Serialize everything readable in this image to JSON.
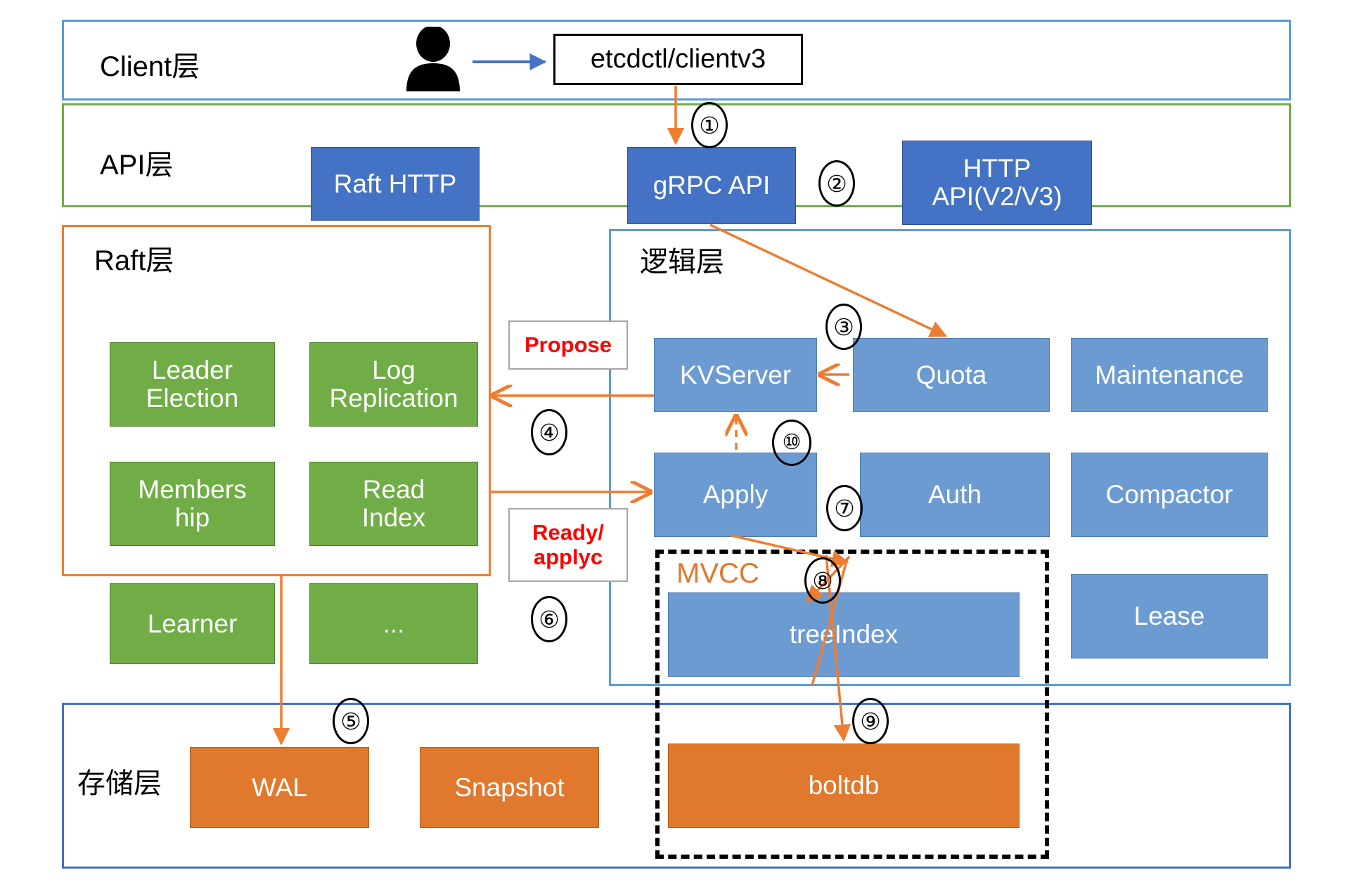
{
  "diagram": {
    "title": "etcd architecture layers",
    "colors": {
      "client_layer_border": "#5B9BD5",
      "api_layer_border": "#70AD47",
      "raft_layer_border": "#ED7D31",
      "logic_layer_border": "#5B9BD5",
      "storage_layer_border": "#4472C4",
      "dark_blue_box": "#4472C4",
      "light_blue_box": "#6C9BD2",
      "green_box": "#70AD47",
      "orange_box": "#E0792E",
      "arrow": "#ED7D31",
      "tag_text": "#FF0000",
      "mvcc_label": "#E0792E"
    }
  },
  "layers": {
    "client": {
      "title": "Client层"
    },
    "api": {
      "title": "API层"
    },
    "raft": {
      "title": "Raft层"
    },
    "logic": {
      "title": "逻辑层"
    },
    "storage": {
      "title": "存储层"
    }
  },
  "client_layer": {
    "actor_icon": "person-icon",
    "client_box": "etcdctl/clientv3"
  },
  "api_layer": {
    "boxes": [
      {
        "label": "Raft HTTP"
      },
      {
        "label": "gRPC API"
      },
      {
        "label": "HTTP\nAPI(V2/V3)"
      }
    ]
  },
  "raft_layer": {
    "boxes": [
      {
        "label": "Leader\nElection"
      },
      {
        "label": "Log\nReplication"
      },
      {
        "label": "Members\nhip"
      },
      {
        "label": "Read\nIndex"
      },
      {
        "label": "Learner"
      },
      {
        "label": "..."
      }
    ]
  },
  "logic_layer": {
    "boxes": [
      {
        "label": "KVServer"
      },
      {
        "label": "Quota"
      },
      {
        "label": "Maintenance"
      },
      {
        "label": "Apply"
      },
      {
        "label": "Auth"
      },
      {
        "label": "Compactor"
      },
      {
        "label": "Lease"
      }
    ],
    "mvcc": {
      "label": "MVCC",
      "boxes": [
        {
          "label": "treeIndex"
        }
      ]
    }
  },
  "storage_layer": {
    "boxes": [
      {
        "label": "WAL"
      },
      {
        "label": "Snapshot"
      },
      {
        "label": "boltdb"
      }
    ]
  },
  "edge_tags": [
    {
      "label": "Propose"
    },
    {
      "label": "Ready/\napplyc"
    }
  ],
  "step_numbers": [
    {
      "n": "①"
    },
    {
      "n": "②"
    },
    {
      "n": "③"
    },
    {
      "n": "④"
    },
    {
      "n": "⑤"
    },
    {
      "n": "⑥"
    },
    {
      "n": "⑦"
    },
    {
      "n": "⑧"
    },
    {
      "n": "⑨"
    },
    {
      "n": "⑩"
    }
  ]
}
